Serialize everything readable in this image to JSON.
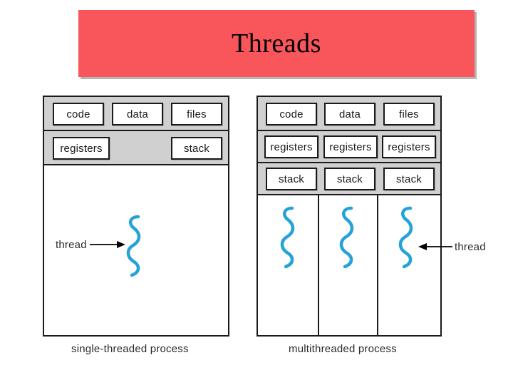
{
  "slide": {
    "title": "Threads",
    "banner_color": "#f9565c",
    "background_color": "#ffffff"
  },
  "diagram": {
    "thread_color": "#27a2d9",
    "panel_color": "#d0d0d0",
    "line_color": "#1a1a1a",
    "single": {
      "caption": "single-threaded process",
      "shared_row": [
        "code",
        "data",
        "files"
      ],
      "per_thread_row": [
        "registers",
        "stack"
      ],
      "thread_label": "thread",
      "thread_count": 1
    },
    "multi": {
      "caption": "multithreaded process",
      "shared_row": [
        "code",
        "data",
        "files"
      ],
      "registers_row": [
        "registers",
        "registers",
        "registers"
      ],
      "stack_row": [
        "stack",
        "stack",
        "stack"
      ],
      "thread_label": "thread",
      "thread_count": 3
    }
  }
}
